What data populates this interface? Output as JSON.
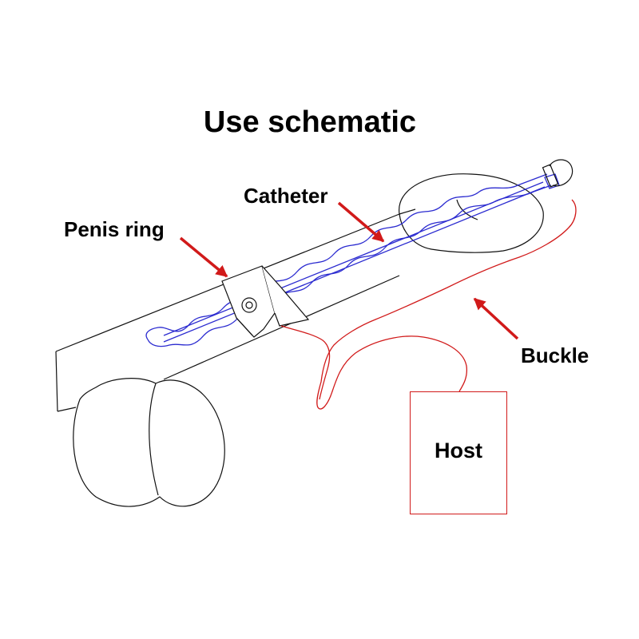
{
  "title": "Use schematic",
  "labels": {
    "penis_ring": "Penis ring",
    "catheter": "Catheter",
    "buckle": "Buckle",
    "host": "Host"
  },
  "colors": {
    "outline": "#111111",
    "catheter_line": "#2b2bd0",
    "buckle_wire": "#d11a1a",
    "arrow": "#d11a1a"
  }
}
